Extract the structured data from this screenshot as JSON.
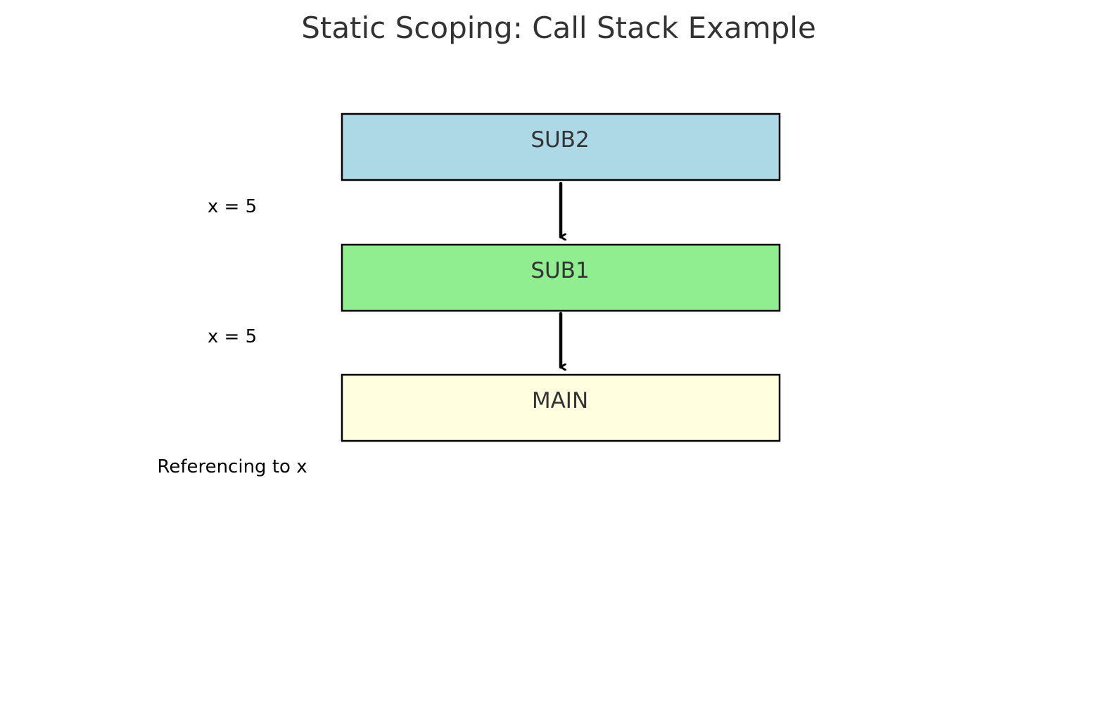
{
  "title": "Static Scoping: Call Stack Example",
  "frames": [
    {
      "label": "SUB2",
      "fill": "#add8e6"
    },
    {
      "label": "SUB1",
      "fill": "#90ee90"
    },
    {
      "label": "MAIN",
      "fill": "#ffffe0"
    }
  ],
  "side_notes": [
    "x = 5",
    "x = 5",
    "Referencing to x"
  ],
  "colors": {
    "text": "#333333",
    "note_text": "#000000",
    "stroke": "#000000"
  }
}
